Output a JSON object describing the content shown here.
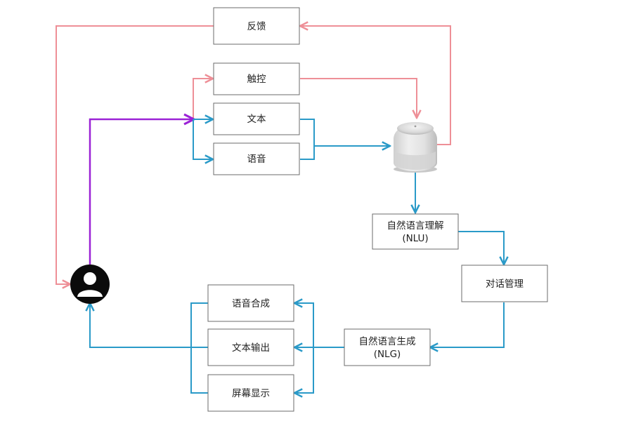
{
  "colors": {
    "feedback_line": "#ee8f97",
    "flow_line": "#2a9ac8",
    "user_input_line": "#9b22d6",
    "box_border": "#6b6b6b"
  },
  "nodes": {
    "feedback": "反馈",
    "touch": "触控",
    "text_input": "文本",
    "voice_input": "语音",
    "nlu": {
      "line1": "自然语言理解",
      "line2": "(NLU)"
    },
    "dialog_management": "对话管理",
    "nlg": {
      "line1": "自然语言生成",
      "line2": "(NLG)"
    },
    "speech_synthesis": "语音合成",
    "text_output": "文本输出",
    "screen_display": "屏幕显示"
  },
  "icons": {
    "user": "user-avatar-icon",
    "device": "smart-speaker-icon"
  }
}
